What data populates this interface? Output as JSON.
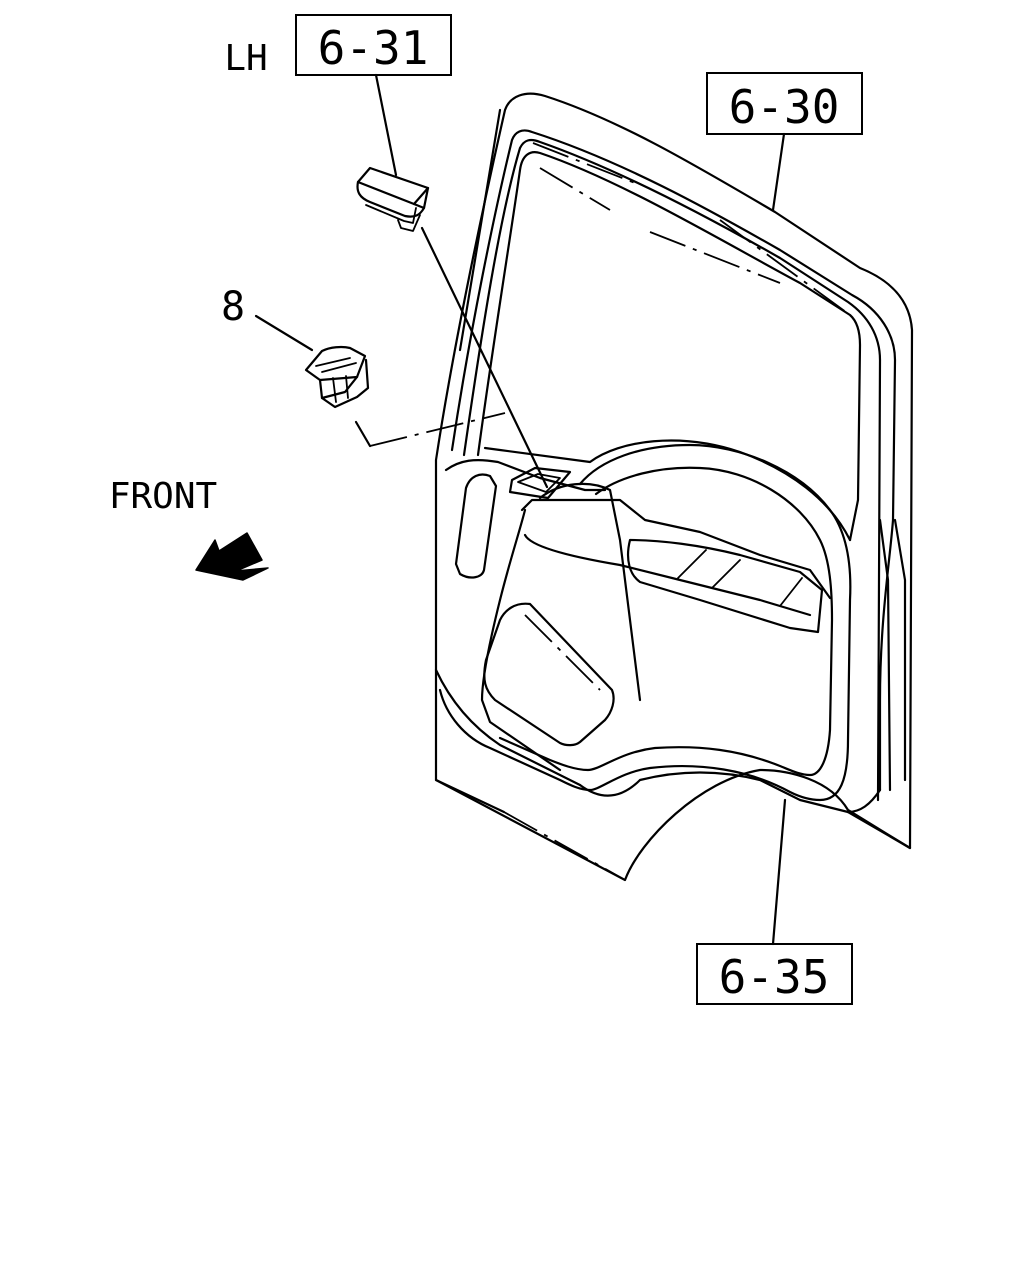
{
  "labels": {
    "side": "LH",
    "ref_6_31": "6-31",
    "ref_6_30": "6-30",
    "ref_6_35": "6-35",
    "part_8": "8",
    "front": "FRONT"
  },
  "icons": {
    "direction": "front-arrow-icon"
  },
  "colors": {
    "line": "#000000",
    "background": "#ffffff"
  }
}
